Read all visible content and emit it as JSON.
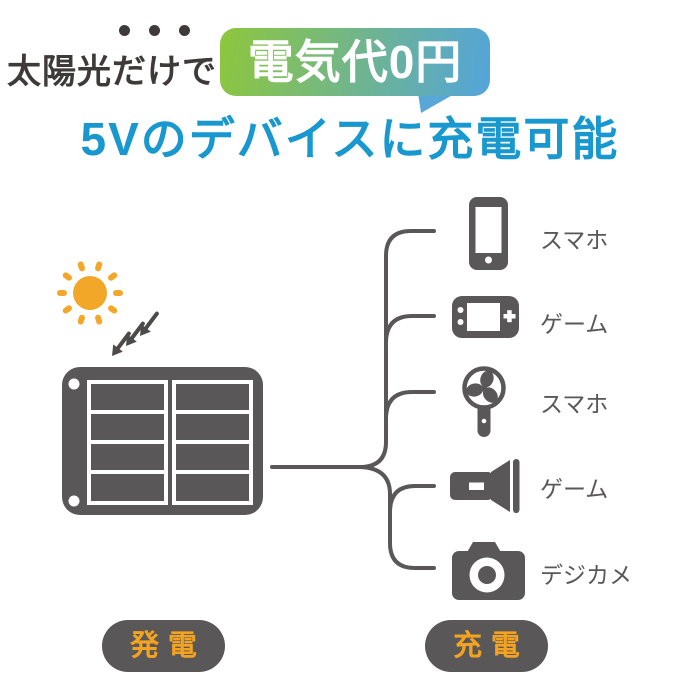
{
  "header": {
    "tagline": "太陽光だけで",
    "badge_label": "電気代0円",
    "heading": "5Vのデバイスに充電可能"
  },
  "diagram": {
    "source": {
      "icons": [
        "sun-icon",
        "sunlight-arrows-icon",
        "solar-panel-icon"
      ]
    },
    "devices": [
      {
        "icon": "smartphone-icon",
        "label": "スマホ"
      },
      {
        "icon": "game-console-icon",
        "label": "ゲーム"
      },
      {
        "icon": "handheld-fan-icon",
        "label": "スマホ"
      },
      {
        "icon": "flashlight-icon",
        "label": "ゲーム"
      },
      {
        "icon": "camera-icon",
        "label": "デジカメ"
      }
    ]
  },
  "footer": {
    "generation_label": "発電",
    "charging_label": "充電"
  },
  "colors": {
    "icon_gray": "#595757",
    "heading_blue": "#1898ce",
    "badge_gradient_start": "#8dc63f",
    "badge_gradient_end": "#54a5d8",
    "sun_orange": "#f3a728",
    "pill_text_orange": "#f2a321",
    "text_dark": "#3e3a39",
    "background": "#ffffff"
  }
}
